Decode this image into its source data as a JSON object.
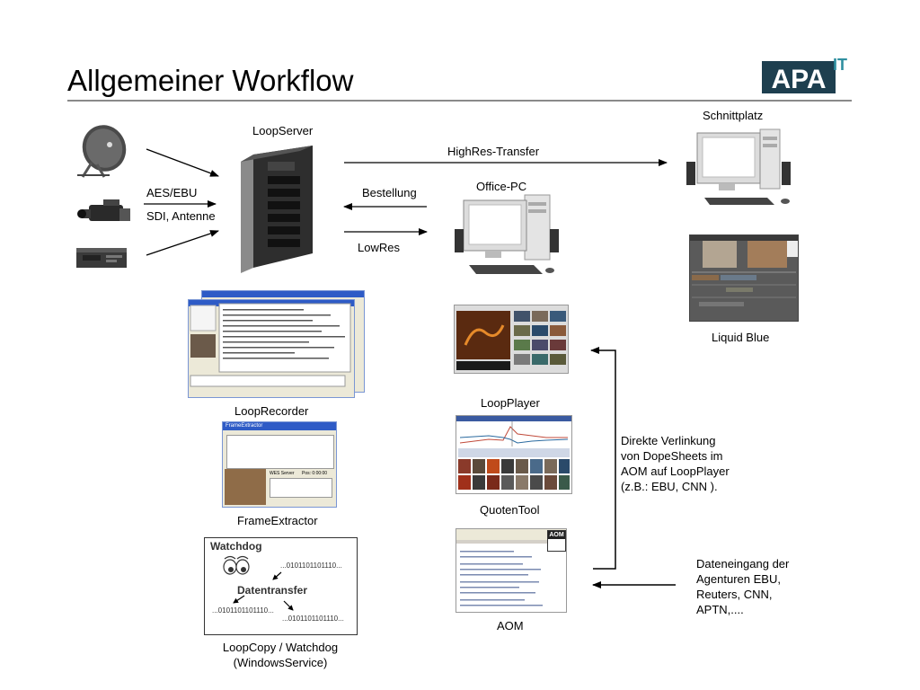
{
  "title": "Allgemeiner Workflow",
  "logo": {
    "brand": "APA",
    "superscript": "IT"
  },
  "labels": {
    "loop_server": "LoopServer",
    "aes_ebu": "AES/EBU",
    "sdi_antenne": "SDI, Antenne",
    "highres_transfer": "HighRes-Transfer",
    "bestellung": "Bestellung",
    "lowres": "LowRes",
    "office_pc": "Office-PC",
    "schnittplatz": "Schnittplatz",
    "liquid_blue": "Liquid Blue",
    "loop_recorder": "LoopRecorder",
    "frame_extractor": "FrameExtractor",
    "loop_player": "LoopPlayer",
    "quoten_tool": "QuotenTool",
    "aom": "AOM",
    "loopcopy": "LoopCopy / Watchdog\n(WindowsService)"
  },
  "notes": {
    "direkte_verlinkung": "Direkte Verlinkung\nvon DopeSheets im\nAOM auf LoopPlayer\n(z.B.: EBU, CNN ).",
    "dateneingang": "Dateneingang der\nAgenturen EBU,\nReuters, CNN,\nAPTN,...."
  },
  "watchdog": {
    "title": "Watchdog",
    "transfer": "Datentransfer",
    "bits_1": "...0101101101110...",
    "bits_2": "...0101101101110...",
    "bits_3": "...0101101101110..."
  },
  "frame_extractor_window": {
    "title_bar": "FrameExtractor",
    "field_label": "WES Server",
    "field_value": "Pos: 0:00:00"
  },
  "aom_window": {
    "badge": "AOM"
  },
  "colors": {
    "accent_blue": "#1f3d8a",
    "logo_dark": "#1e3f4f",
    "logo_teal": "#2f8fa0",
    "rule": "#8a8a8a"
  },
  "icons": [
    "satellite-dish-icon",
    "video-camera-icon",
    "vcr-icon",
    "server-tower-icon",
    "desktop-pc-icon",
    "workstation-icon"
  ]
}
